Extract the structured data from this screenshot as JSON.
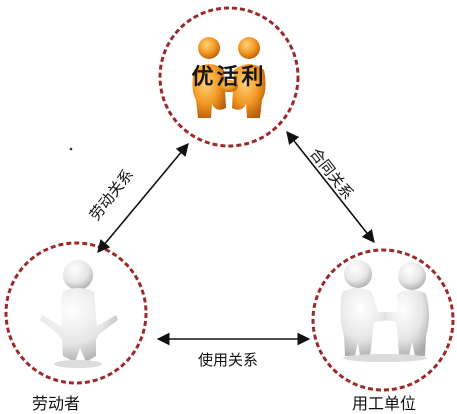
{
  "nodes": {
    "top": {
      "brand_text": "优活利"
    },
    "left": {
      "label": "劳动者"
    },
    "right": {
      "label": "用工单位"
    }
  },
  "edges": {
    "left_top": "劳动关系",
    "top_right": "合同关系",
    "left_right": "使用关系"
  },
  "colors": {
    "circle_stroke": "#9b2a2a",
    "arrow": "#111111",
    "figure_orange": "#f08a1c",
    "figure_white": "#e9e9e9"
  }
}
